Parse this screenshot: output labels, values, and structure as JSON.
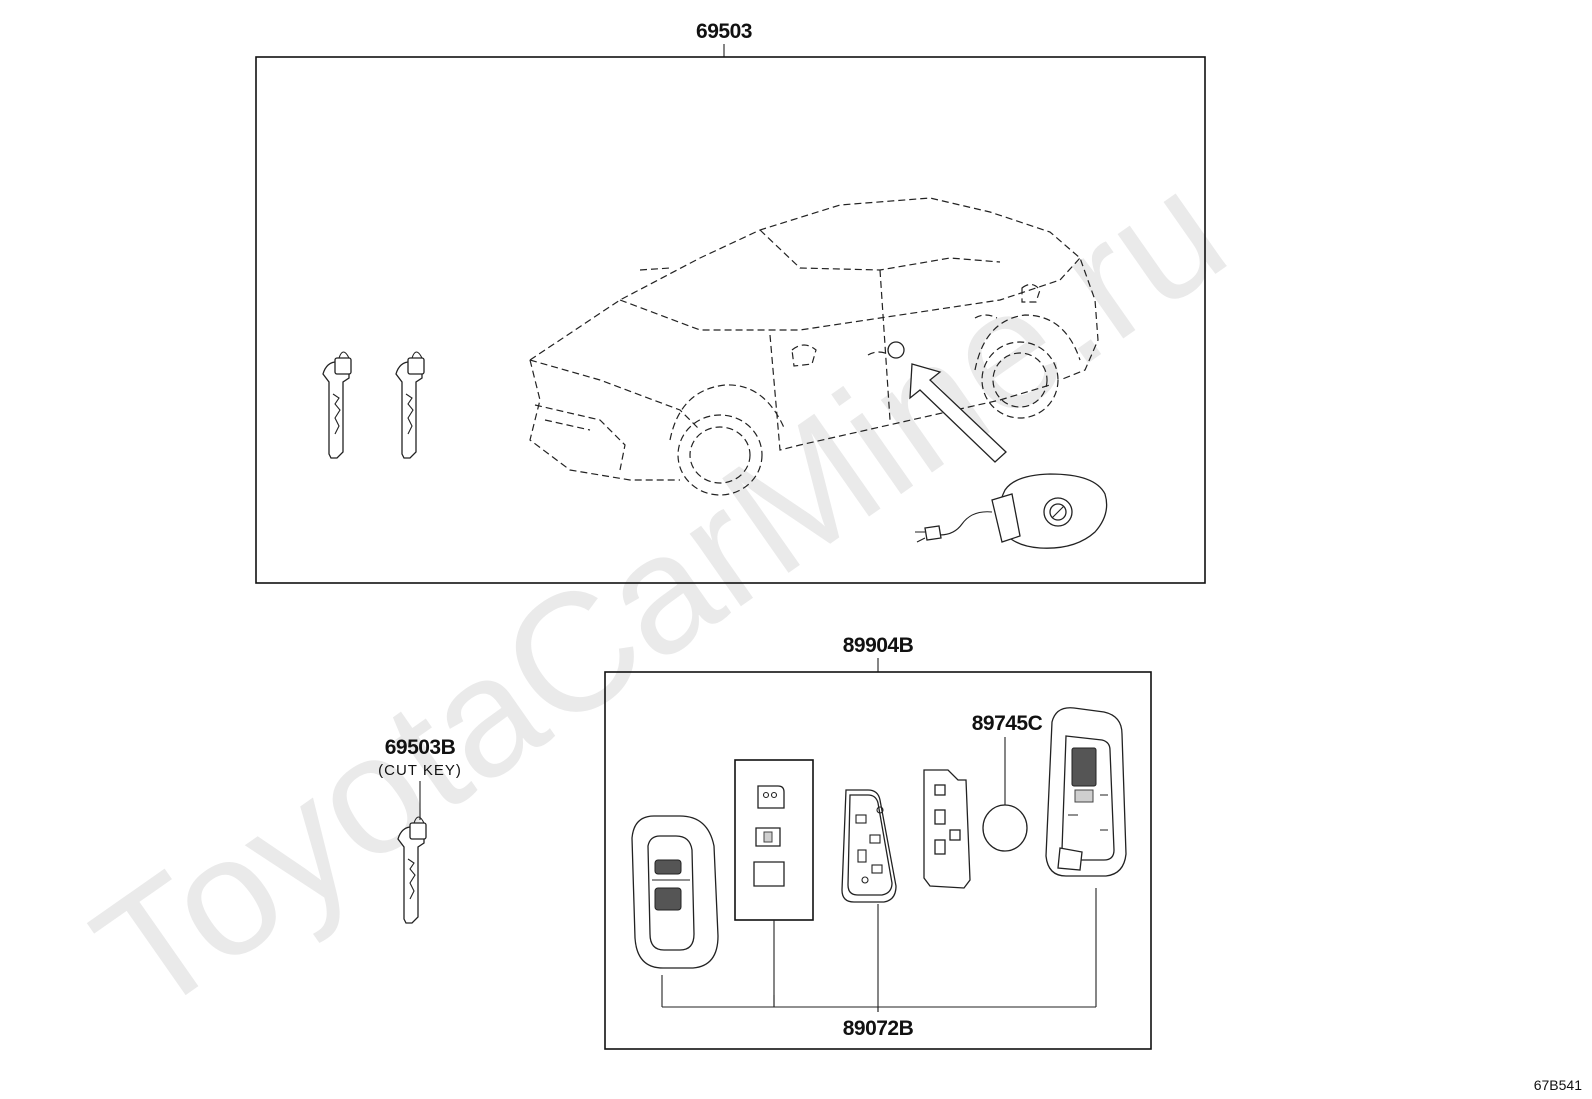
{
  "watermark": "ToyotaCarMine.ru",
  "callouts": {
    "key_set": "69503",
    "smart_key_assy": "89904B",
    "cut_key": "69503B",
    "cut_key_note": "(CUT KEY)",
    "battery": "89745C",
    "transmitter_housing": "89072B"
  },
  "diagram_code": "67B541"
}
